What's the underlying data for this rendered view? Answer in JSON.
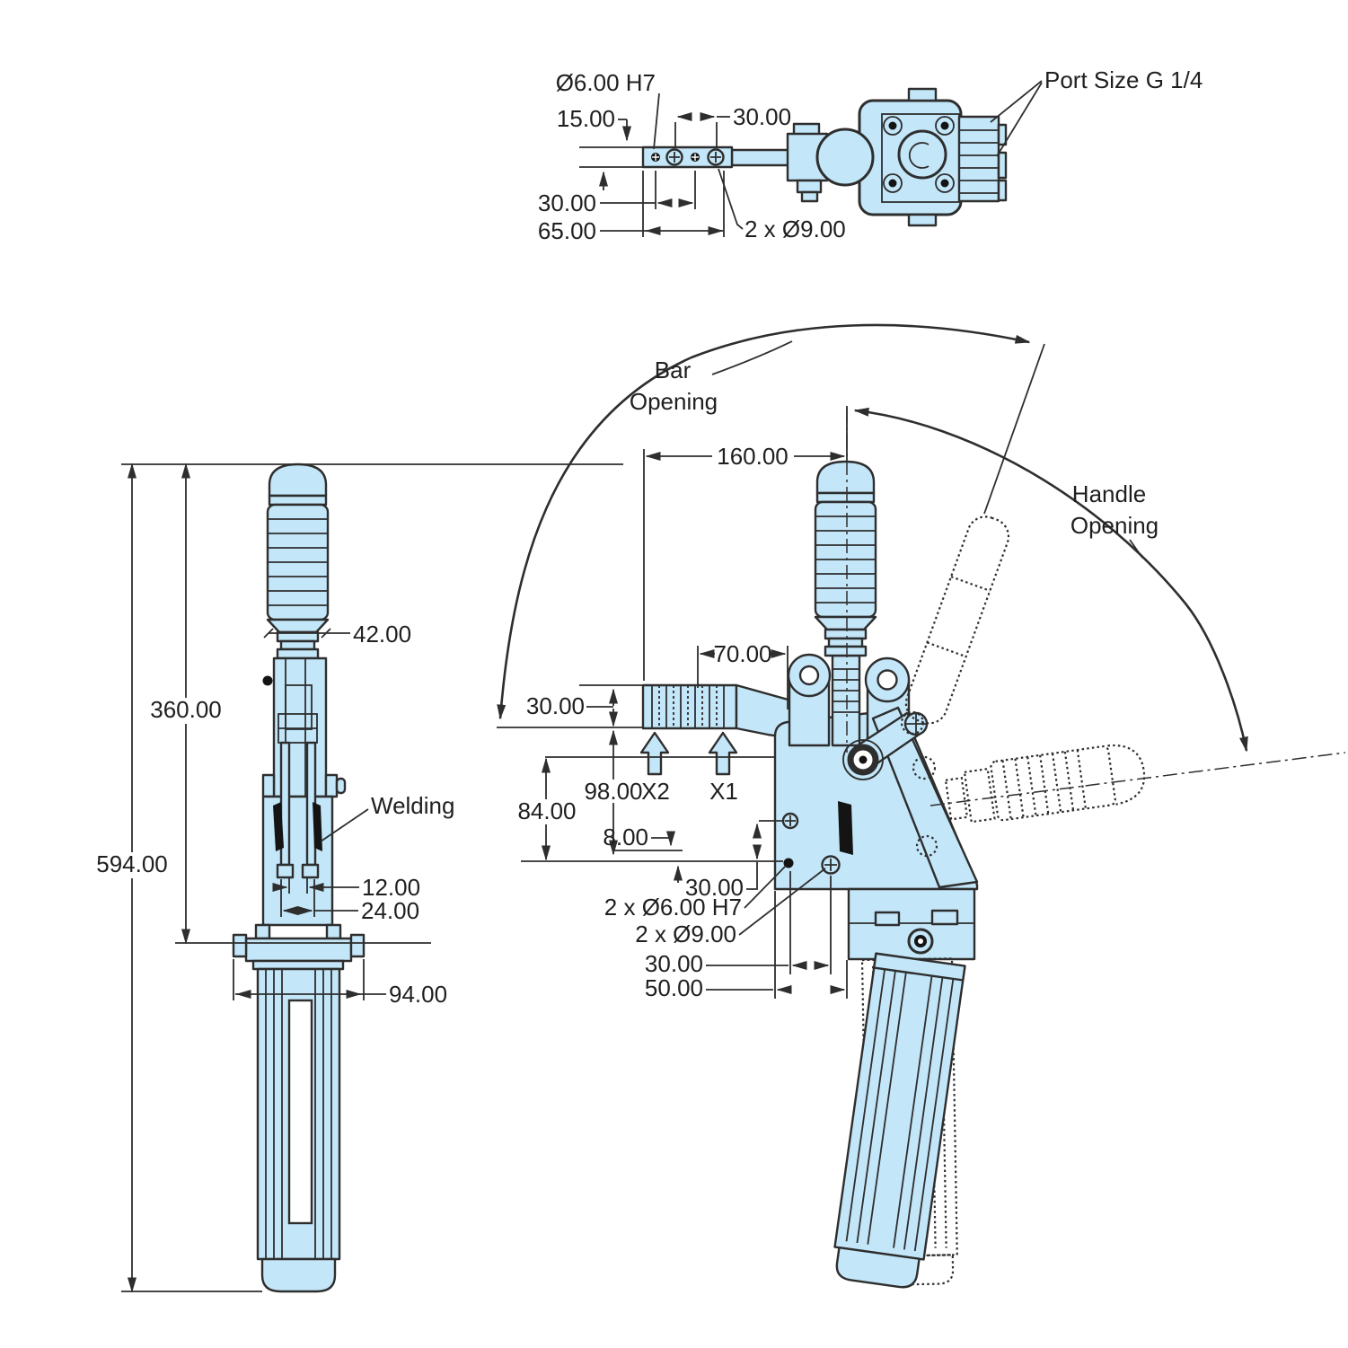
{
  "colors": {
    "part_fill": "#c3e6f8",
    "outline": "#2e2e2e",
    "dim_line": "#2e2e2e",
    "text": "#1f1f1f",
    "background": "#ffffff",
    "weld": "#141414"
  },
  "top_view": {
    "labels": {
      "pilot_hole_dia": "Ø6.00 H7",
      "dim_15": "15.00",
      "dim_30_top": "30.00",
      "dim_30_bottom": "30.00",
      "dim_65": "65.00",
      "mount_holes_dia": "2 x Ø9.00",
      "port": "Port Size G 1/4"
    }
  },
  "front_view": {
    "labels": {
      "dim_42": "42.00",
      "dim_360": "360.00",
      "dim_594": "594.00",
      "welding": "Welding",
      "dim_12": "12.00",
      "dim_24": "24.00",
      "dim_94": "94.00"
    }
  },
  "side_view": {
    "labels": {
      "bar_opening": [
        "Bar",
        "Opening"
      ],
      "handle_opening": [
        "Handle",
        "Opening"
      ],
      "dim_160": "160.00",
      "dim_70": "70.00",
      "dim_30_bar": "30.00",
      "dim_98": "98.00",
      "x2": "X2",
      "x1": "X1",
      "dim_84": "84.00",
      "dim_8": "8.00",
      "dim_30_mid": "30.00",
      "pilot_holes_dia": "2 x Ø6.00 H7",
      "mount_holes_dia": "2 x Ø9.00",
      "dim_30_bottom": "30.00",
      "dim_50": "50.00"
    }
  }
}
